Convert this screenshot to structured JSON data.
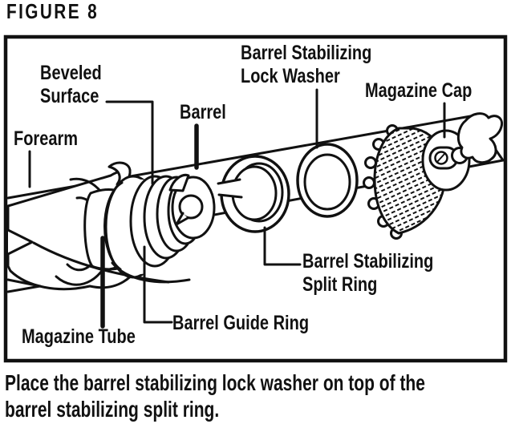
{
  "figure": {
    "title": "FIGURE 8"
  },
  "labels": {
    "beveled_surface": {
      "line1": "Beveled",
      "line2": "Surface"
    },
    "forearm": {
      "text": "Forearm"
    },
    "barrel": {
      "text": "Barrel"
    },
    "lock_washer": {
      "line1": "Barrel Stabilizing",
      "line2": "Lock Washer"
    },
    "magazine_cap": {
      "text": "Magazine Cap"
    },
    "split_ring": {
      "line1": "Barrel Stabilizing",
      "line2": "Split Ring"
    },
    "guide_ring": {
      "text": "Barrel Guide Ring"
    },
    "magazine_tube": {
      "text": "Magazine Tube"
    }
  },
  "caption": {
    "line1": "Place the barrel stabilizing lock washer on top of the",
    "line2": "barrel stabilizing split ring."
  },
  "colors": {
    "ink": "#111111",
    "background": "#ffffff"
  }
}
